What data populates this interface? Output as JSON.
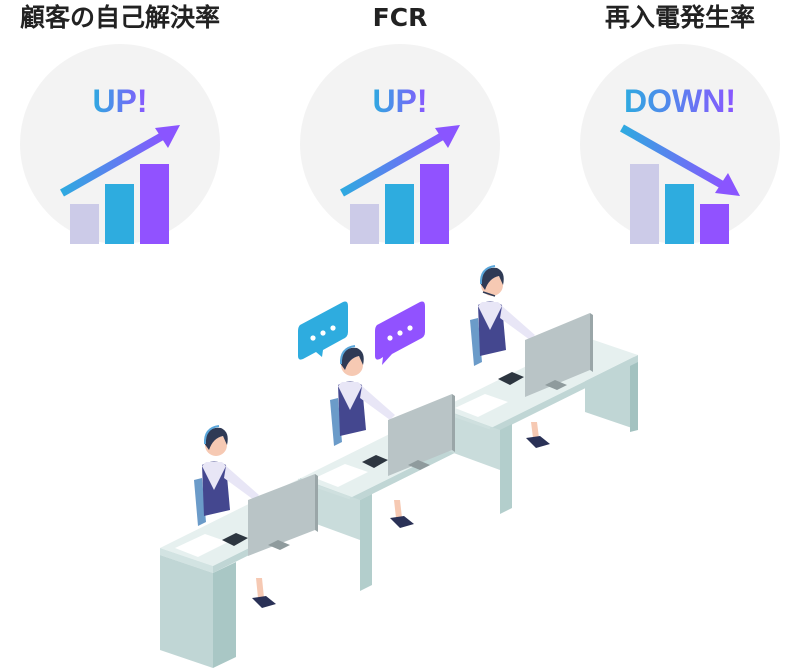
{
  "metrics": [
    {
      "title": "顧客の自己解決率",
      "label": "UP!",
      "trend": "up",
      "bars": [
        40,
        60,
        80
      ],
      "icon": "rising-bar-chart-icon"
    },
    {
      "title": "FCR",
      "label": "UP!",
      "trend": "up",
      "bars": [
        40,
        60,
        80
      ],
      "icon": "rising-bar-chart-icon"
    },
    {
      "title": "再入電発生率",
      "label": "DOWN!",
      "trend": "down",
      "bars": [
        80,
        60,
        40
      ],
      "icon": "falling-bar-chart-icon"
    }
  ],
  "colors": {
    "title_text": "#222222",
    "circle_bg": "#f3f3f3",
    "bar_light": "#cccbe8",
    "bar_cyan": "#2eacdf",
    "bar_purple": "#9152ff",
    "gradient_start": "#2eaae0",
    "gradient_end": "#8a55ff",
    "desk_top": "#e6f0ef",
    "desk_side": "#c0d6d5",
    "monitor": "#b9c4c6",
    "vest": "#44478f",
    "chair": "#6b9bc9"
  },
  "illustration": {
    "description": "Call center operators with headsets at desks",
    "operators": 3,
    "speech_bubbles": [
      {
        "color": "#2eacdf",
        "content": "..."
      },
      {
        "color": "#9152ff",
        "content": "..."
      }
    ]
  }
}
